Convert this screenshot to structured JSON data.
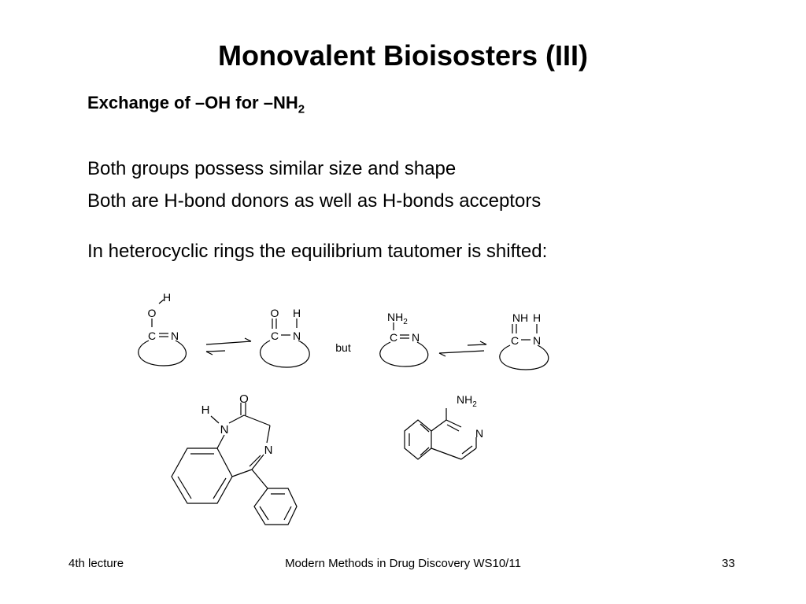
{
  "slide": {
    "title": "Monovalent Bioisosters (III)",
    "subtitle_main": "Exchange of –OH for –NH",
    "subtitle_sub": "2",
    "lines": [
      "Both groups possess similar size and shape",
      "Both are H-bond donors as well as H-bonds acceptors",
      "In heterocyclic rings the equilibrium tautomer is shifted:"
    ],
    "scheme": {
      "atom_C": "C",
      "atom_N": "N",
      "atom_O": "O",
      "atom_H": "H",
      "group_NH": "NH",
      "group_NH2_main": "NH",
      "group_NH2_sub": "2",
      "connector": "but"
    }
  },
  "footer": {
    "left": "4th lecture",
    "center": "Modern Methods in Drug Discovery WS10/11",
    "page": "33"
  }
}
